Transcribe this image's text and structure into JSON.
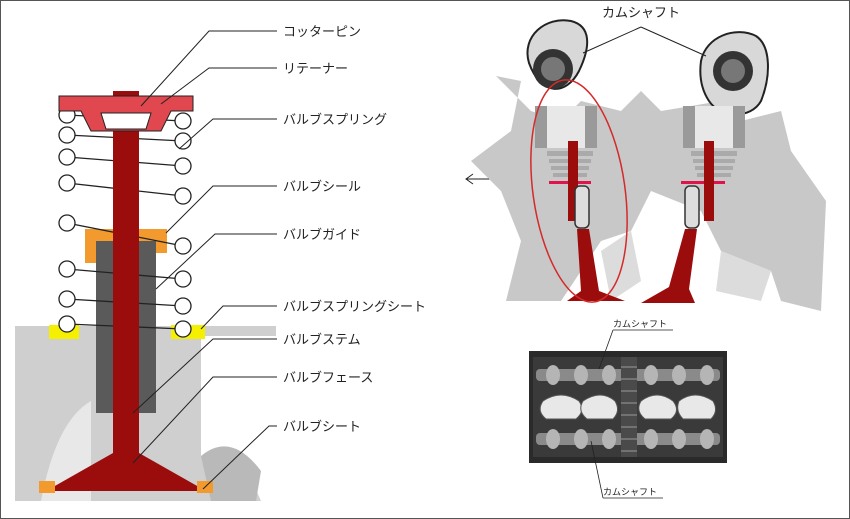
{
  "labels": {
    "cotter_pin": "コッターピン",
    "retainer": "リテーナー",
    "valve_spring": "バルブスプリング",
    "valve_seal": "バルブシール",
    "valve_guide": "バルブガイド",
    "valve_spring_seat": "バルブスプリングシート",
    "valve_stem": "バルブステム",
    "valve_face": "バルブフェース",
    "valve_seat": "バルブシート"
  },
  "camshaft_title": "カムシャフト",
  "photo": {
    "camshaft_top": "カムシャフト",
    "camshaft_bottom": "カムシャフト"
  },
  "colors": {
    "valve": "#9b0d0d",
    "retainer": "#e0474f",
    "guide_seal": "#f39a2f",
    "spring_seat": "#f5ef00",
    "guide": "#555555",
    "head_gray": "#c8c8c8",
    "ellipse": "#d42a2a"
  }
}
